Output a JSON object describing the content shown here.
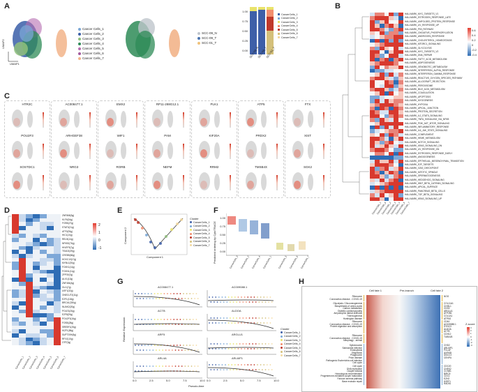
{
  "panels": {
    "A": "A",
    "B": "B",
    "C": "C",
    "D": "D",
    "E": "E",
    "F": "F",
    "G": "G",
    "H": "H"
  },
  "panelA": {
    "umap_x": "UMAP1",
    "umap_y": "UMAP2",
    "cluster_legend": [
      "Cancer Cells_1",
      "Cancer Cells_2",
      "Cancer Cells_3",
      "Cancer Cells_4",
      "Cancer Cells_5",
      "Cancer Cells_6",
      "Cancer Cells_7"
    ],
    "cluster_colors": [
      "#7aa7d6",
      "#3a5ea8",
      "#8fbf7c",
      "#2e8b57",
      "#b66cb0",
      "#a35a9d",
      "#f2b48a"
    ],
    "sample_legend": [
      "SCC-09_N",
      "SCC-09_T",
      "SCC-01_T"
    ],
    "sample_colors": [
      "#bfc5cc",
      "#4b74b0",
      "#f0c27b"
    ],
    "stack_x": [
      "SCC-09_N",
      "SCC-09_T",
      "SCC-01_T"
    ],
    "stack_yticks": [
      "0.00",
      "0.25",
      "0.50",
      "0.75",
      "1.00"
    ],
    "stack_legend": [
      "CancerCells_1",
      "CancerCells_2",
      "CancerCells_3",
      "CancerCells_4",
      "CancerCells_5",
      "CancerCells_6",
      "CancerCells_7"
    ],
    "stack_colors": [
      "#3e5fa8",
      "#7aa7d6",
      "#e9e36a",
      "#f28e6f",
      "#c0392b",
      "#d4c07a",
      "#f3d9a0"
    ]
  },
  "panelB": {
    "scale": [
      "0.6",
      "0.4",
      "0.2",
      "0",
      "-0.2",
      "-0.4"
    ],
    "pathways": [
      "HALLMARK_MYC_TARGETS_V1",
      "HALLMARK_ESTROGEN_RESPONSE_LATE",
      "HALLMARK_UNFOLDED_PROTEIN_RESPONSE",
      "HALLMARK_UV_RESPONSE_UP",
      "HALLMARK_P53_PATHWAY",
      "HALLMARK_OXIDATIVE_PHOSPHORYLATION",
      "HALLMARK_ANDROGEN_RESPONSE",
      "HALLMARK_CHOLESTEROL_HOMEOSTASIS",
      "HALLMARK_MTORC1_SIGNALING",
      "HALLMARK_GLYCOLYSIS",
      "HALLMARK_MYC_TARGETS_V2",
      "HALLMARK_DNA_REPAIR",
      "HALLMARK_FATTY_ACID_METABOLISM",
      "HALLMARK_ADIPOGENESIS",
      "HALLMARK_XENOBIOTIC_METABOLISM",
      "HALLMARK_INTERFERON_ALPHA_RESPONSE",
      "HALLMARK_INTERFERON_GAMMA_RESPONSE",
      "HALLMARK_REACTIVE_OXYGEN_SPECIES_PATHWAY",
      "HALLMARK_ALLOGRAFT_REJECTION",
      "HALLMARK_PEROXISOME",
      "HALLMARK_BILE_ACID_METABOLISM",
      "HALLMARK_COAGULATION",
      "HALLMARK_APOPTOSIS",
      "HALLMARK_MYOGENESIS",
      "HALLMARK_HYPOXIA",
      "HALLMARK_APICAL_JUNCTION",
      "HALLMARK_PROTEIN_SECRETION",
      "HALLMARK_IL2_STAT5_SIGNALING",
      "HALLMARK_TNFA_SIGNALING_VIA_NFKB",
      "HALLMARK_PI3K_AKT_MTOR_SIGNALING",
      "HALLMARK_INFLAMMATORY_RESPONSE",
      "HALLMARK_IL6_JAK_STAT3_SIGNALING",
      "HALLMARK_COMPLEMENT",
      "HALLMARK_HEME_METABOLISM",
      "HALLMARK_NOTCH_SIGNALING",
      "HALLMARK_KRAS_SIGNALING_DN",
      "HALLMARK_UV_RESPONSE_DN",
      "HALLMARK_ESTROGEN_RESPONSE_EARLY",
      "HALLMARK_ANGIOGENESIS",
      "HALLMARK_EPITHELIAL_MESENCHYMAL_TRANSITION",
      "HALLMARK_E2F_TARGETS",
      "HALLMARK_G2M_CHECKPOINT",
      "HALLMARK_MITOTIC_SPINDLE",
      "HALLMARK_SPERMATOGENESIS",
      "HALLMARK_HEDGEHOG_SIGNALING",
      "HALLMARK_WNT_BETA_CATENIN_SIGNALING",
      "HALLMARK_APICAL_SURFACE",
      "HALLMARK_PANCREAS_BETA_CELLS",
      "HALLMARK_TGF_BETA_SIGNALING",
      "HALLMARK_KRAS_SIGNALING_UP"
    ],
    "columns": [
      "CancerCells_1",
      "CancerCells_6",
      "CancerCells_2",
      "CancerCells_3",
      "CancerCells_4",
      "CancerCells_5",
      "CancerCells_7"
    ]
  },
  "panelC": {
    "genes": [
      [
        "HTR2C",
        "POU2F3",
        "SOSTDC1"
      ],
      [
        "AC008477.1",
        "ARHGEF38",
        "NRG3"
      ],
      [
        "EMX2",
        "WIF1",
        "RORB"
      ],
      [
        "RP11-288G12.1",
        "PAM",
        "NEFM"
      ],
      [
        "PLK1",
        "KIF20A",
        "RRM2"
      ],
      [
        "ATP5",
        "PRDX2",
        "TMSB4X"
      ],
      [
        "FTX",
        "XIST",
        "SGK2"
      ]
    ]
  },
  "panelD": {
    "scale": [
      "2",
      "1",
      "0",
      "-1"
    ],
    "genes": [
      "ZNF865(5g)",
      "KLF6(34g)",
      "FOSB(27g)",
      "STAT3(21g)",
      "ATF3(93g)",
      "HIC1(10g)",
      "RELB(14g)",
      "NFKB2(76g)",
      "HIVEP3(7g)",
      "TEAD2(39g)",
      "CREB5(66g)",
      "HOXC10(17g)",
      "MYBL1(30g)",
      "FOXK1(14g)",
      "FOXN1(11g)",
      "ZFP30(7g)",
      "ALX1(12g)",
      "ZNF484(4g)",
      "GLI1(7g)",
      "USF1(32g)",
      "ONECUT2(11g)",
      "E2F1(118g)",
      "BRCA1(330g)",
      "NUAK2(20g)",
      "POLE3(26g)",
      "E2F8(29g)",
      "POU2F3(16g)",
      "FOSB(28g)",
      "SREBF1(25g)",
      "IKZF1(58g)",
      "SUPT20H(8g)",
      "RFX2(10g)",
      "OTP(3g)"
    ],
    "columns": [
      "CancerCells_1",
      "CancerCells_2",
      "CancerCells_3",
      "CancerCells_4",
      "CancerCells_5",
      "CancerCells_6",
      "CancerCells_7"
    ]
  },
  "panelE": {
    "xlabel": "Component 1",
    "ylabel": "Component 2",
    "legend_title": "Cluster",
    "legend": [
      "CancerCells_1",
      "CancerCells_2",
      "CancerCells_3",
      "CancerCells_4",
      "CancerCells_5",
      "CancerCells_6",
      "CancerCells_7"
    ]
  },
  "panelF": {
    "ylabel": "Predicted ordering by CytoTRACE",
    "xcats": [
      "CancerCells_3",
      "CancerCells_2",
      "CancerCells_4",
      "CancerCells_1",
      "CancerCells_5",
      "CancerCells_6",
      "CancerCells_7"
    ],
    "yticks": [
      "1.00",
      "0.75",
      "0.50",
      "0.25",
      "0.00"
    ]
  },
  "panelG": {
    "ylabel": "Relative Expression",
    "xlabel": "Pseudo-time",
    "genes": [
      [
        "AC008477.1",
        "AC009088.1"
      ],
      [
        "ACTB",
        "ALDOA"
      ],
      [
        "ARF5",
        "ARGLU1"
      ],
      [
        "ARL4A",
        "ARL6IP1"
      ]
    ],
    "xticks": [
      "0.0",
      "2.5",
      "5.0",
      "7.5",
      "10.0"
    ],
    "legend_title": "Cluster",
    "legend": [
      "CancerCells_1",
      "CancerCells_2",
      "CancerCells_3",
      "CancerCells_4",
      "CancerCells_5",
      "CancerCells_6",
      "CancerCells_7"
    ]
  },
  "panelH": {
    "cell_fate_1": "Cell fate 1",
    "pre_branch": "Pre-branch",
    "cell_fate_2": "Cell fate 2",
    "scale_title": "Z-score",
    "scale": [
      "3",
      "2",
      "1",
      "0",
      "-1",
      "-2",
      "-3"
    ],
    "groups": [
      {
        "terms": [
          "Ribosome",
          "Coronavirus disease - COVID-19"
        ],
        "genes": [
          "NOG"
        ]
      },
      {
        "terms": [
          "Glycolysis / Gluconeogenesis",
          "Biosynthesis of amino acids",
          "Carbon metabolism",
          "Diabetic cardiomyopathy",
          "Amyotrophic lateral sclerosis",
          "Thermogenesis",
          "Huntington disease"
        ],
        "genes": [
          "COL11A1",
          "CHI3L1",
          "CDH2",
          "ARGLU1",
          "ATP2B1",
          "COL1A1",
          "ATP5G"
        ]
      },
      {
        "terms": [
          "Ribosome",
          "Coronavirus disease - COVID-19",
          "Protein digestion and absorption"
        ],
        "genes": [
          "CD44",
          "AC009088.1",
          "DYNC3",
          "ALDOA",
          "ACTB",
          "CDH12",
          "TUBA1B"
        ]
      },
      {
        "terms": [
          "Ribosome",
          "Coronavirus disease - COVID-19",
          "Mitophagy - animal"
        ],
        "genes": []
      },
      {
        "terms": [
          "Spliceosome",
          "Salmonella infection",
          "Endocytosis",
          "Shigellosis",
          "Phagosome",
          "Prion disease",
          "Pathogenic Escherichia coli infection",
          "Cell cycle"
        ],
        "genes": [
          "CHD2",
          "ARL6IP1",
          "PCLAF",
          "AURKB",
          "DNCC3",
          "CENPU"
        ]
      },
      {
        "terms": [
          "Cell cycle",
          "DNA replication",
          "Oocyte meiosis",
          "Homologous recombination",
          "Progesterone-mediated oocyte maturation",
          "Fanconi anemia pathway",
          "Base excision repair"
        ],
        "genes": [
          "CDC20",
          "CHEK2",
          "CCNB1",
          "BIRC5",
          "CDC1",
          "EZH2",
          "H2EF1",
          "RAD51"
        ]
      }
    ]
  }
}
